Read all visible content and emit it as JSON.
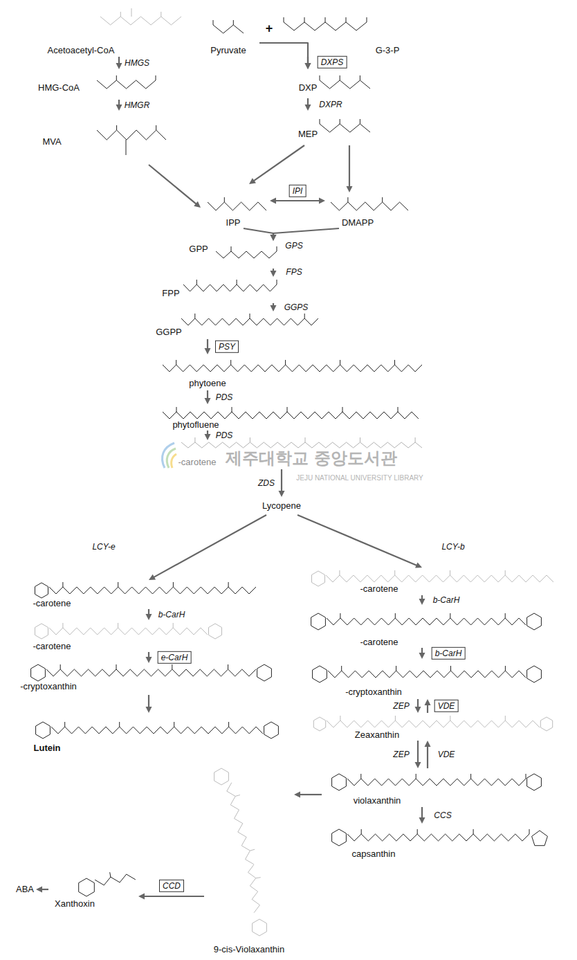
{
  "diagram": {
    "nodes": [
      {
        "text": [
          "Acetoacetyl-CoA"
        ]
      },
      {
        "text": [
          "HMG-CoA"
        ]
      },
      {
        "text": [
          "MVA"
        ]
      },
      {
        "text": [
          "Pyruvate"
        ]
      },
      {
        "text": [
          "G-3-P"
        ]
      },
      {
        "text": [
          "DXP"
        ]
      },
      {
        "text": [
          "MEP"
        ]
      },
      {
        "text": [
          "IPP"
        ]
      },
      {
        "text": [
          "DMAPP"
        ]
      },
      {
        "text": [
          "GPP"
        ]
      },
      {
        "text": [
          "FPP"
        ]
      },
      {
        "text": [
          "GGPP"
        ]
      },
      {
        "text": [
          "phytoene"
        ]
      },
      {
        "text": [
          "phytofluene"
        ]
      },
      {
        "text": [
          "-carotene"
        ]
      },
      {
        "text": [
          "Lycopene"
        ]
      },
      {
        "text": [
          "-carotene"
        ]
      },
      {
        "text": [
          "-carotene"
        ]
      },
      {
        "text": [
          "-cryptoxanthin"
        ]
      },
      {
        "text": [
          "Lutein"
        ]
      },
      {
        "text": [
          "-carotene"
        ]
      },
      {
        "text": [
          "-carotene"
        ]
      },
      {
        "text": [
          "-cryptoxanthin"
        ]
      },
      {
        "text": [
          "Zeaxanthin"
        ]
      },
      {
        "text": [
          "violaxanthin"
        ]
      },
      {
        "text": [
          "capsanthin"
        ]
      },
      {
        "text": [
          "9-cis-Violaxanthin"
        ]
      },
      {
        "text": [
          "Xanthoxin"
        ]
      },
      {
        "text": [
          "ABA"
        ]
      }
    ],
    "edges": [
      {
        "from": 0,
        "to": 1,
        "label": "HMGS",
        "arrow": "to"
      },
      {
        "from": 1,
        "to": 2,
        "label": "HMGR",
        "arrow": "to"
      },
      {
        "from": 3,
        "to": 5,
        "label": "DXPS",
        "arrow": "to"
      },
      {
        "from": 4,
        "to": 5,
        "arrow": "to"
      },
      {
        "from": 5,
        "to": 6,
        "label": "DXPR",
        "arrow": "to"
      },
      {
        "from": 2,
        "to": 7,
        "arrow": "to"
      },
      {
        "from": 6,
        "to": 7,
        "arrow": "to"
      },
      {
        "from": 6,
        "to": 8,
        "arrow": "to"
      },
      {
        "from": 7,
        "to": 8,
        "label": "IPI",
        "arrow": "both"
      },
      {
        "from": 7,
        "to": 9,
        "label": "GPS",
        "arrow": "to"
      },
      {
        "from": 8,
        "to": 9,
        "arrow": "to"
      },
      {
        "from": 9,
        "to": 10,
        "label": "FPS",
        "arrow": "to"
      },
      {
        "from": 10,
        "to": 11,
        "label": "GGPS",
        "arrow": "to"
      },
      {
        "from": 11,
        "to": 12,
        "label": "PSY",
        "arrow": "to"
      },
      {
        "from": 12,
        "to": 13,
        "label": "PDS",
        "arrow": "to"
      },
      {
        "from": 13,
        "to": 14,
        "label": "PDS",
        "arrow": "to"
      },
      {
        "from": 14,
        "to": 15,
        "label": "ZDS",
        "arrow": "to"
      },
      {
        "from": 15,
        "to": 16,
        "label": "LCY-e",
        "arrow": "to"
      },
      {
        "from": 15,
        "to": 20,
        "label": "LCY-b",
        "arrow": "to"
      },
      {
        "from": 16,
        "to": 17,
        "label": "b-CarH",
        "arrow": "to"
      },
      {
        "from": 17,
        "to": 18,
        "label": "e-CarH",
        "arrow": "to"
      },
      {
        "from": 18,
        "to": 19,
        "arrow": "to"
      },
      {
        "from": 20,
        "to": 21,
        "label": "b-CarH",
        "arrow": "to"
      },
      {
        "from": 21,
        "to": 22,
        "label": "b-CarH",
        "arrow": "to"
      },
      {
        "from": 22,
        "to": 23,
        "label": "ZEP",
        "arrow": "to"
      },
      {
        "from": 23,
        "to": 22,
        "label": "VDE",
        "arrow": "to"
      },
      {
        "from": 23,
        "to": 24,
        "label": "ZEP",
        "arrow": "to"
      },
      {
        "from": 24,
        "to": 23,
        "label": "VDE",
        "arrow": "to"
      },
      {
        "from": 24,
        "to": 25,
        "label": "CCS",
        "arrow": "to"
      },
      {
        "from": 24,
        "to": 26,
        "arrow": "to"
      },
      {
        "from": 26,
        "to": 27,
        "label": "CCD",
        "arrow": "to"
      },
      {
        "from": 27,
        "to": 28,
        "arrow": "to"
      }
    ],
    "labels": [
      "+",
      "제주대학교 중앙도서관",
      "JEJU NATIONAL UNIVERSITY LIBRARY"
    ]
  }
}
